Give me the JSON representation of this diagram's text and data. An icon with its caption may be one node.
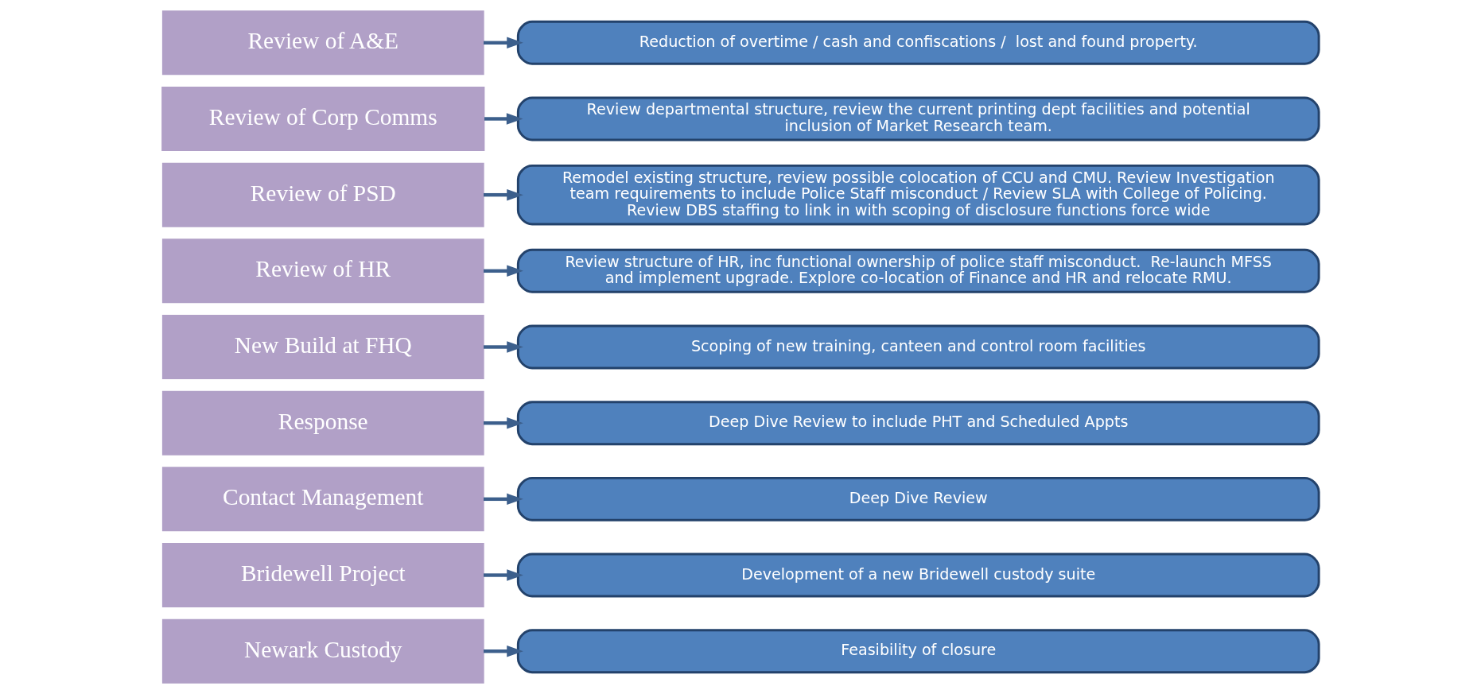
{
  "diagram": {
    "nodes": [
      {
        "text": [
          "Newark Custody"
        ]
      },
      {
        "text": [
          "Feasibility of closure"
        ]
      },
      {
        "text": [
          "Bridewell Project"
        ]
      },
      {
        "text": [
          "Development of a new Bridewell custody suite"
        ]
      },
      {
        "text": [
          "Contact Management"
        ]
      },
      {
        "text": [
          "Deep Dive Review"
        ]
      },
      {
        "text": [
          "Response"
        ]
      },
      {
        "text": [
          "Deep Dive Review to include PHT and Scheduled Appts"
        ]
      },
      {
        "text": [
          "New Build at FHQ"
        ]
      },
      {
        "text": [
          "Scoping of new training, canteen and control room facilities"
        ]
      },
      {
        "text": [
          "Review of HR"
        ]
      },
      {
        "text": [
          "Review structure of HR, inc functional ownership of police staff misconduct.  Re-launch MFSS and implement upgrade. Explore co-location of Finance and HR and relocate RMU."
        ]
      },
      {
        "text": [
          "Review of PSD"
        ]
      },
      {
        "text": [
          "Remodel existing structure, review possible colocation of CCU and CMU. Review Investigation team requirements to include Police Staff misconduct / Review SLA with College of Policing. Review DBS staffing to link in with scoping of disclosure functions force wide"
        ]
      },
      {
        "text": [
          "Review of Corp Comms"
        ]
      },
      {
        "text": [
          "Review departmental structure, review the current printing dept facilities and potential inclusion of Market Research team."
        ]
      },
      {
        "text": [
          "Review of A&E"
        ]
      },
      {
        "text": [
          "Reduction of overtime / cash and confiscations /  lost and found property."
        ]
      }
    ],
    "edges": [
      {
        "from": 0,
        "to": 1,
        "arrow": "to"
      },
      {
        "from": 2,
        "to": 3,
        "arrow": "to"
      },
      {
        "from": 4,
        "to": 5,
        "arrow": "to"
      },
      {
        "from": 6,
        "to": 7,
        "arrow": "to"
      },
      {
        "from": 8,
        "to": 9,
        "arrow": "to"
      },
      {
        "from": 10,
        "to": 11,
        "arrow": "to"
      },
      {
        "from": 12,
        "to": 13,
        "arrow": "to"
      },
      {
        "from": 14,
        "to": 15,
        "arrow": "to"
      },
      {
        "from": 16,
        "to": 17,
        "arrow": "to"
      }
    ]
  }
}
